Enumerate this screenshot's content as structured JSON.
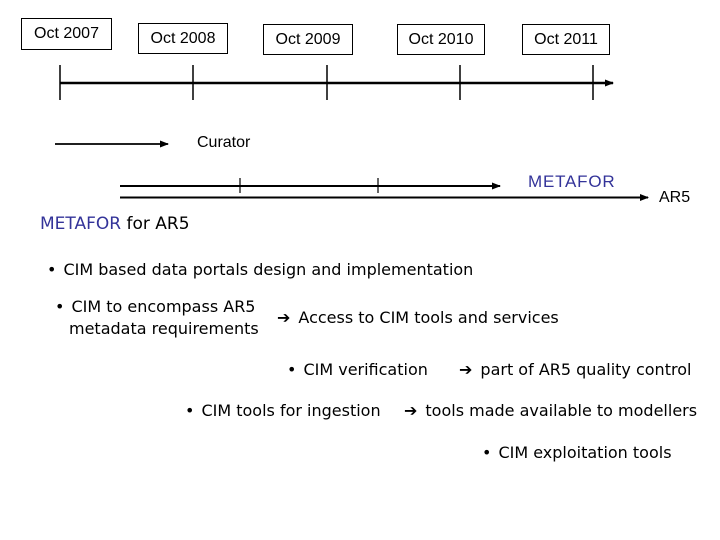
{
  "slide": {
    "background": "#ffffff",
    "accent_navy": "#333399",
    "line_color": "#000000"
  },
  "timeline": {
    "year_boxes": [
      {
        "label": "Oct 2007"
      },
      {
        "label": "Oct 2008"
      },
      {
        "label": "Oct 2009"
      },
      {
        "label": "Oct 2010"
      },
      {
        "label": "Oct 2011"
      }
    ]
  },
  "projects": {
    "curator_label": "Curator",
    "metafor_label": "METAFOR",
    "ar5_label": "AR5",
    "heading_prefix": "METAFOR",
    "heading_suffix": " for AR5"
  },
  "glyphs": {
    "bullet_char": "•",
    "arrow_char": "➔"
  },
  "bullets": {
    "b1": "CIM based data portals design and implementation",
    "b2_line1": "CIM to encompass AR5",
    "b2_line2": "metadata requirements",
    "b2_result": "Access to CIM tools and services",
    "b3": "CIM verification",
    "b3_result": "part of AR5 quality control",
    "b4": "CIM tools for ingestion",
    "b4_result": "tools made available to modellers",
    "b5": "CIM exploitation tools"
  }
}
